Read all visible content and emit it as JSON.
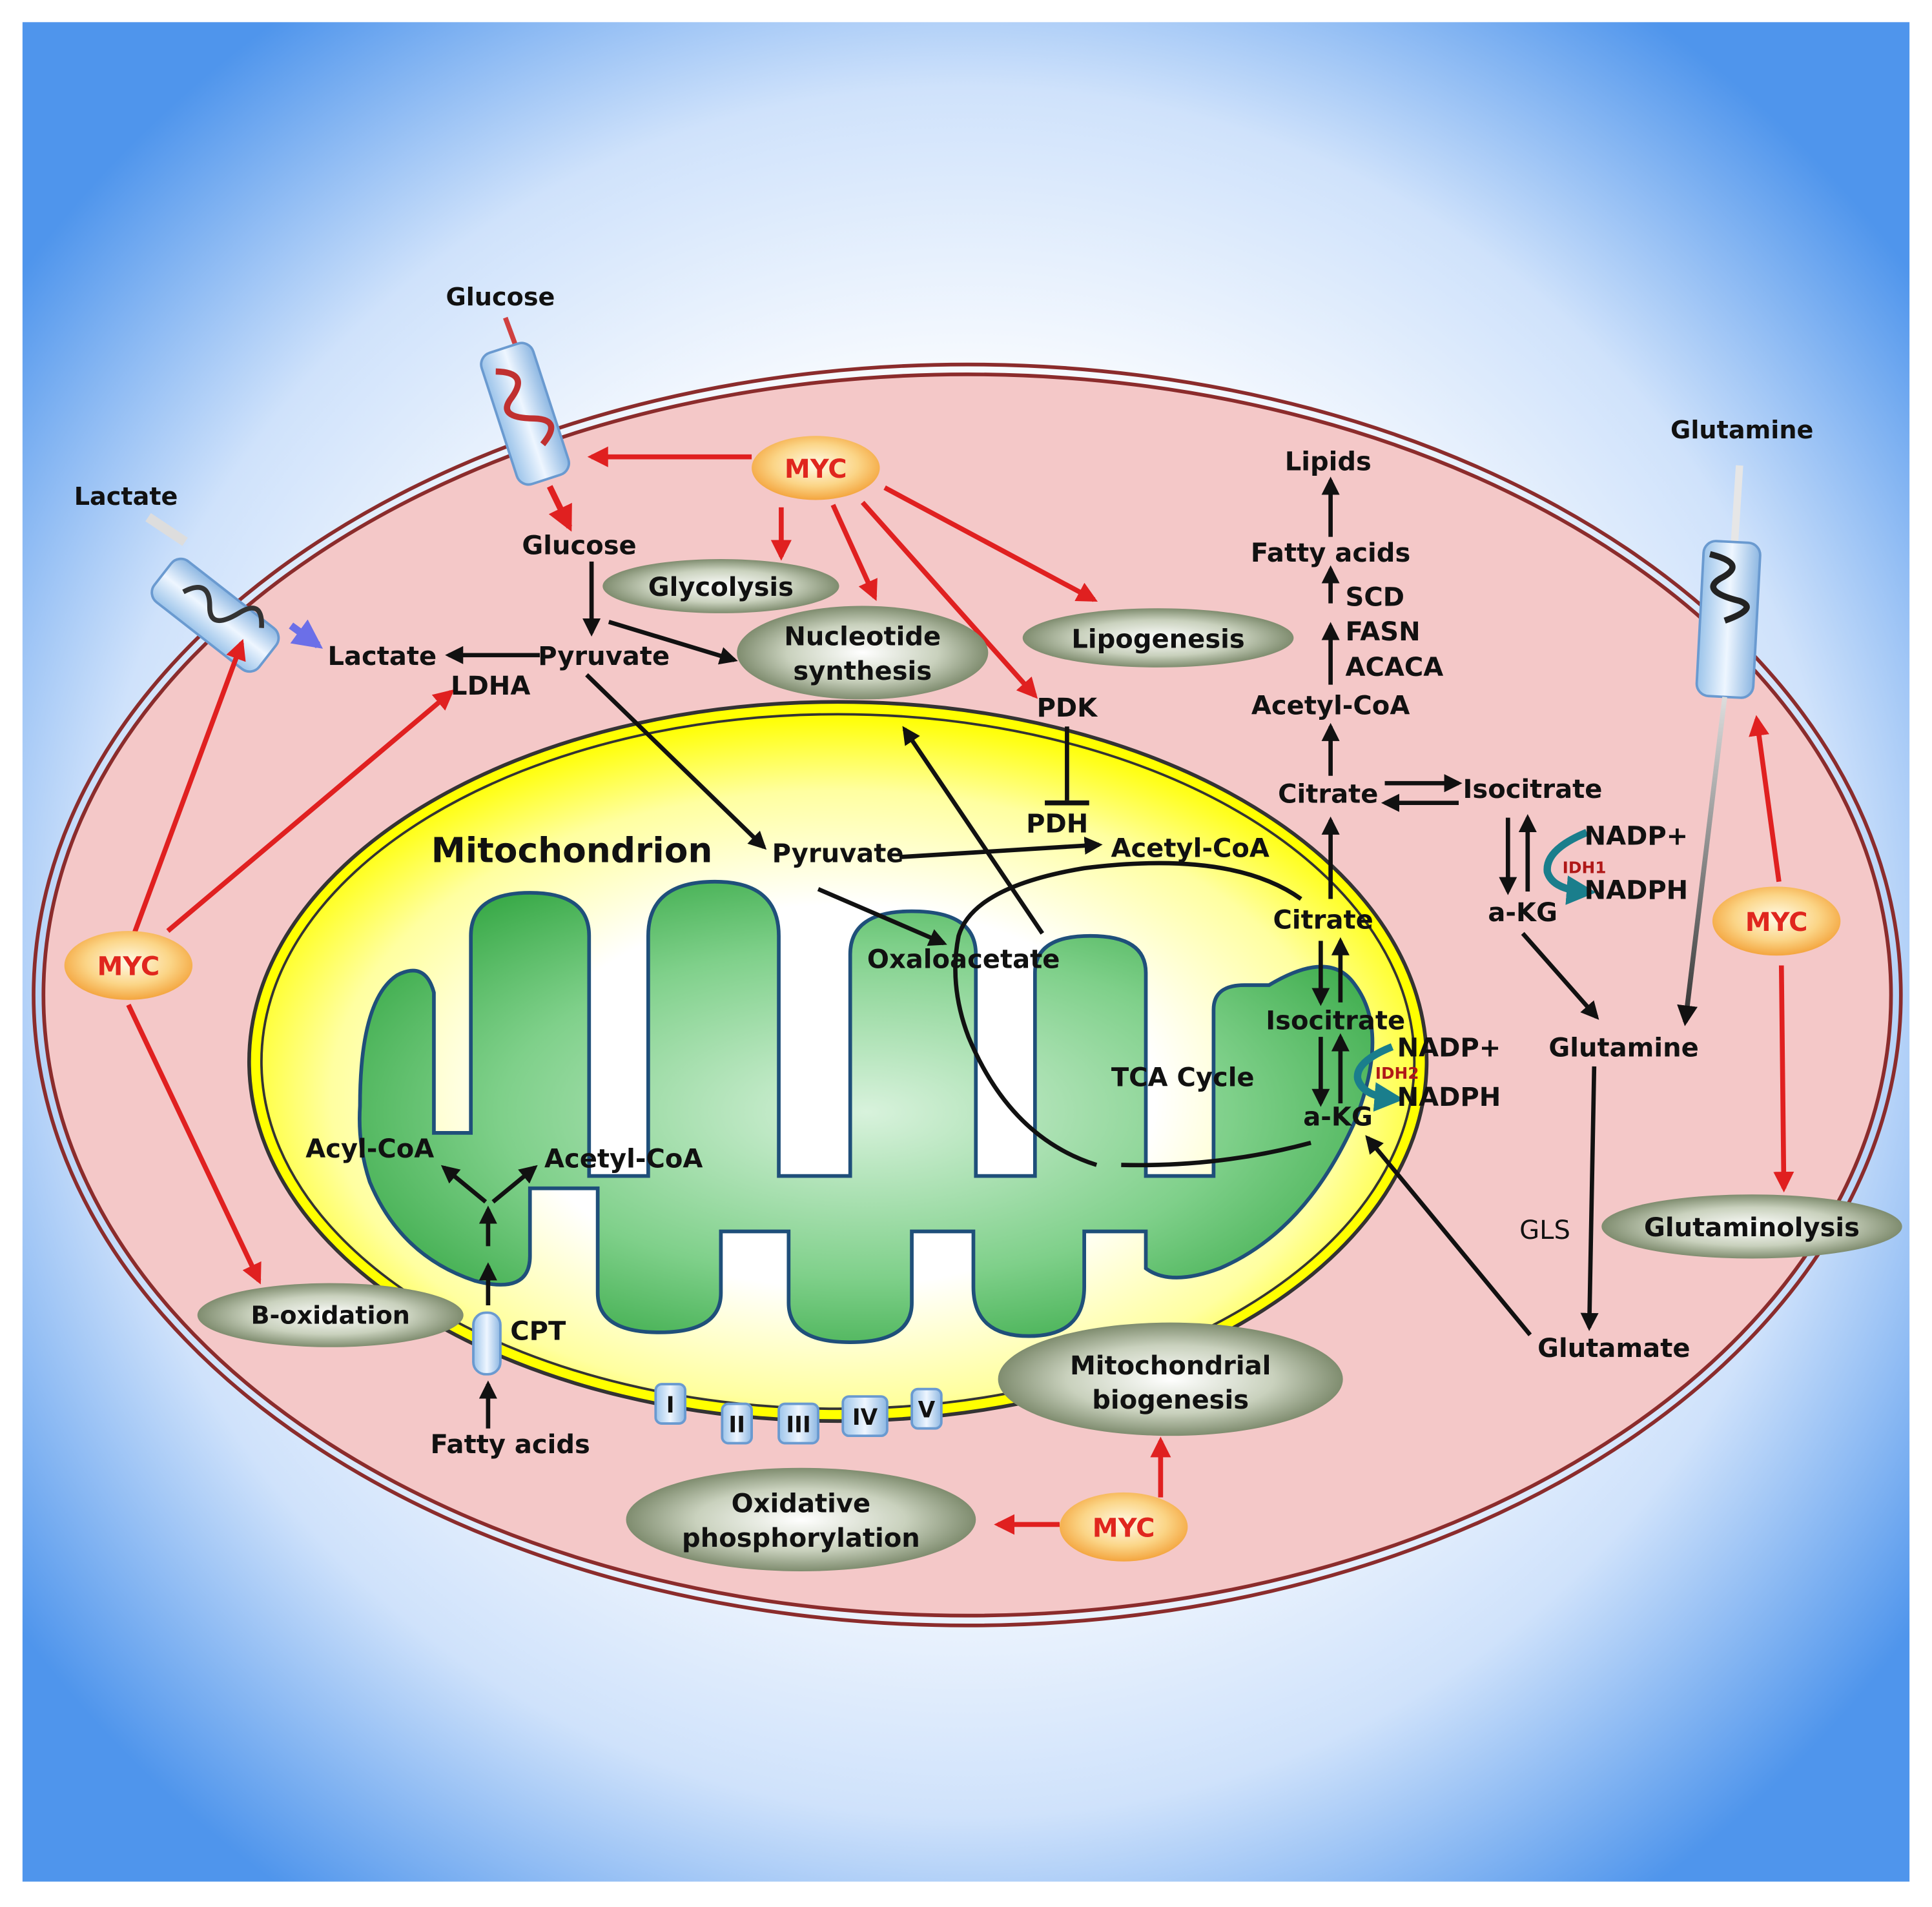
{
  "colors": {
    "frame_blue": "#4f95ec",
    "cell_fill": "#f4c8c8",
    "membrane": "#8b2c2c",
    "mito_yellow": "#ffff00",
    "mito_green": "#3eb547",
    "myc_orange": "#f7a536",
    "myc_text": "#e0261e",
    "red_arrow": "#e02020",
    "black_arrow": "#111111",
    "process_ellipse": "#6a7a55",
    "idh_arrow": "#1a7e8c",
    "idh_label": "#b01818"
  },
  "extracellular": {
    "glucose": "Glucose",
    "lactate": "Lactate",
    "glutamine": "Glutamine"
  },
  "myc": {
    "top": "MYC",
    "left": "MYC",
    "right": "MYC",
    "bottom": "MYC"
  },
  "processes": {
    "glycolysis": "Glycolysis",
    "nucleotide_line1": "Nucleotide",
    "nucleotide_line2": "synthesis",
    "lipogenesis": "Lipogenesis",
    "glutaminolysis": "Glutaminolysis",
    "b_oxidation": "B-oxidation",
    "mito_biogenesis_line1": "Mitochondrial",
    "mito_biogenesis_line2": "biogenesis",
    "oxphos_line1": "Oxidative",
    "oxphos_line2": "phosphorylation"
  },
  "cytoplasm": {
    "glucose": "Glucose",
    "pyruvate": "Pyruvate",
    "lactate": "Lactate",
    "ldha": "LDHA",
    "pdk": "PDK",
    "lipids": "Lipids",
    "fatty_acids_top": "Fatty acids",
    "scd": "SCD",
    "fasn": "FASN",
    "acaca": "ACACA",
    "acetyl_coa": "Acetyl-CoA",
    "citrate": "Citrate",
    "isocitrate": "Isocitrate",
    "nadp_plus": "NADP+",
    "nadph": "NADPH",
    "idh1": "IDH1",
    "akg": "a-KG",
    "glutamine": "Glutamine",
    "gls": "GLS",
    "glutamate": "Glutamate",
    "fatty_acids_bottom": "Fatty acids",
    "cpt": "CPT"
  },
  "mitochondrion": {
    "title": "Mitochondrion",
    "pyruvate": "Pyruvate",
    "pdh": "PDH",
    "acetyl_coa": "Acetyl-CoA",
    "oxaloacetate": "Oxaloacetate",
    "citrate": "Citrate",
    "isocitrate": "Isocitrate",
    "nadp_plus": "NADP+",
    "idh2": "IDH2",
    "nadph": "NADPH",
    "akg": "a-KG",
    "tca_cycle": "TCA Cycle",
    "acyl_coa": "Acyl-CoA",
    "acetyl_coa_fa": "Acetyl-CoA"
  },
  "complexes": [
    "I",
    "II",
    "III",
    "IV",
    "V"
  ]
}
